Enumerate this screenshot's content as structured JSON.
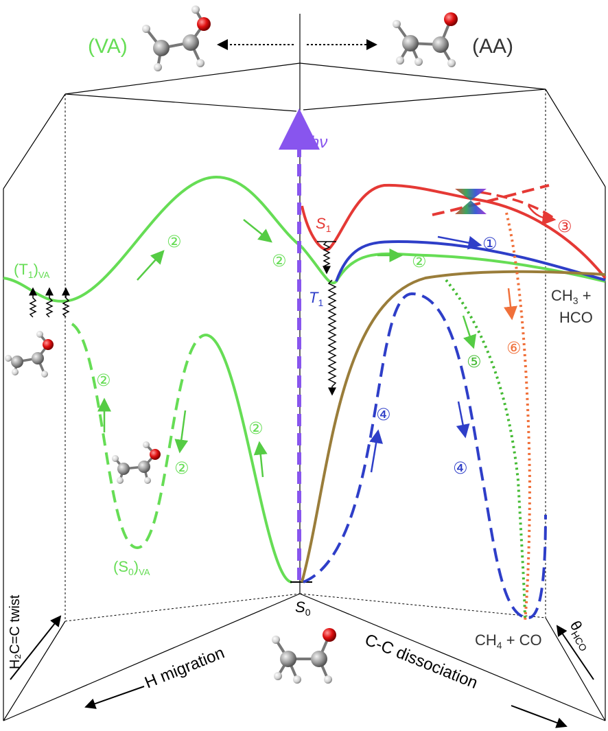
{
  "labels": {
    "va": "(VA)",
    "aa": "(AA)",
    "hv": "hν",
    "s1": "S",
    "s1_sub": "1",
    "t1": "T",
    "t1_sub": "1",
    "t1va_main": "(T",
    "t1va_sub": "1",
    "t1va_close": ")",
    "t1va_vasub": "VA",
    "s0va_main": "(S",
    "s0va_sub": "0",
    "s0va_close": ")",
    "s0va_vasub": "VA",
    "s0": "S",
    "s0_sub": "0",
    "ch3": "CH",
    "ch3_sub": "3",
    "ch3_plus": " +",
    "hco": "HCO",
    "ch4": "CH",
    "ch4_sub": "4",
    "ch4_rest": " + CO",
    "h2c_twist": "H₂C=C twist",
    "h_migration": "H migration",
    "cc_dissociation": "C-C dissociation",
    "theta_hco": "θ",
    "theta_sub": "HCO"
  },
  "markers": {
    "m1": "①",
    "m2": "②",
    "m3": "③",
    "m4": "④",
    "m5": "⑤",
    "m6": "⑥"
  },
  "colors": {
    "green": "#66dd55",
    "red": "#e53935",
    "blue": "#2e3ec8",
    "purple": "#8855ee",
    "olive": "#9a7d3a",
    "orange": "#f0703a",
    "dotted_green": "#44bb33",
    "black": "#000000"
  }
}
